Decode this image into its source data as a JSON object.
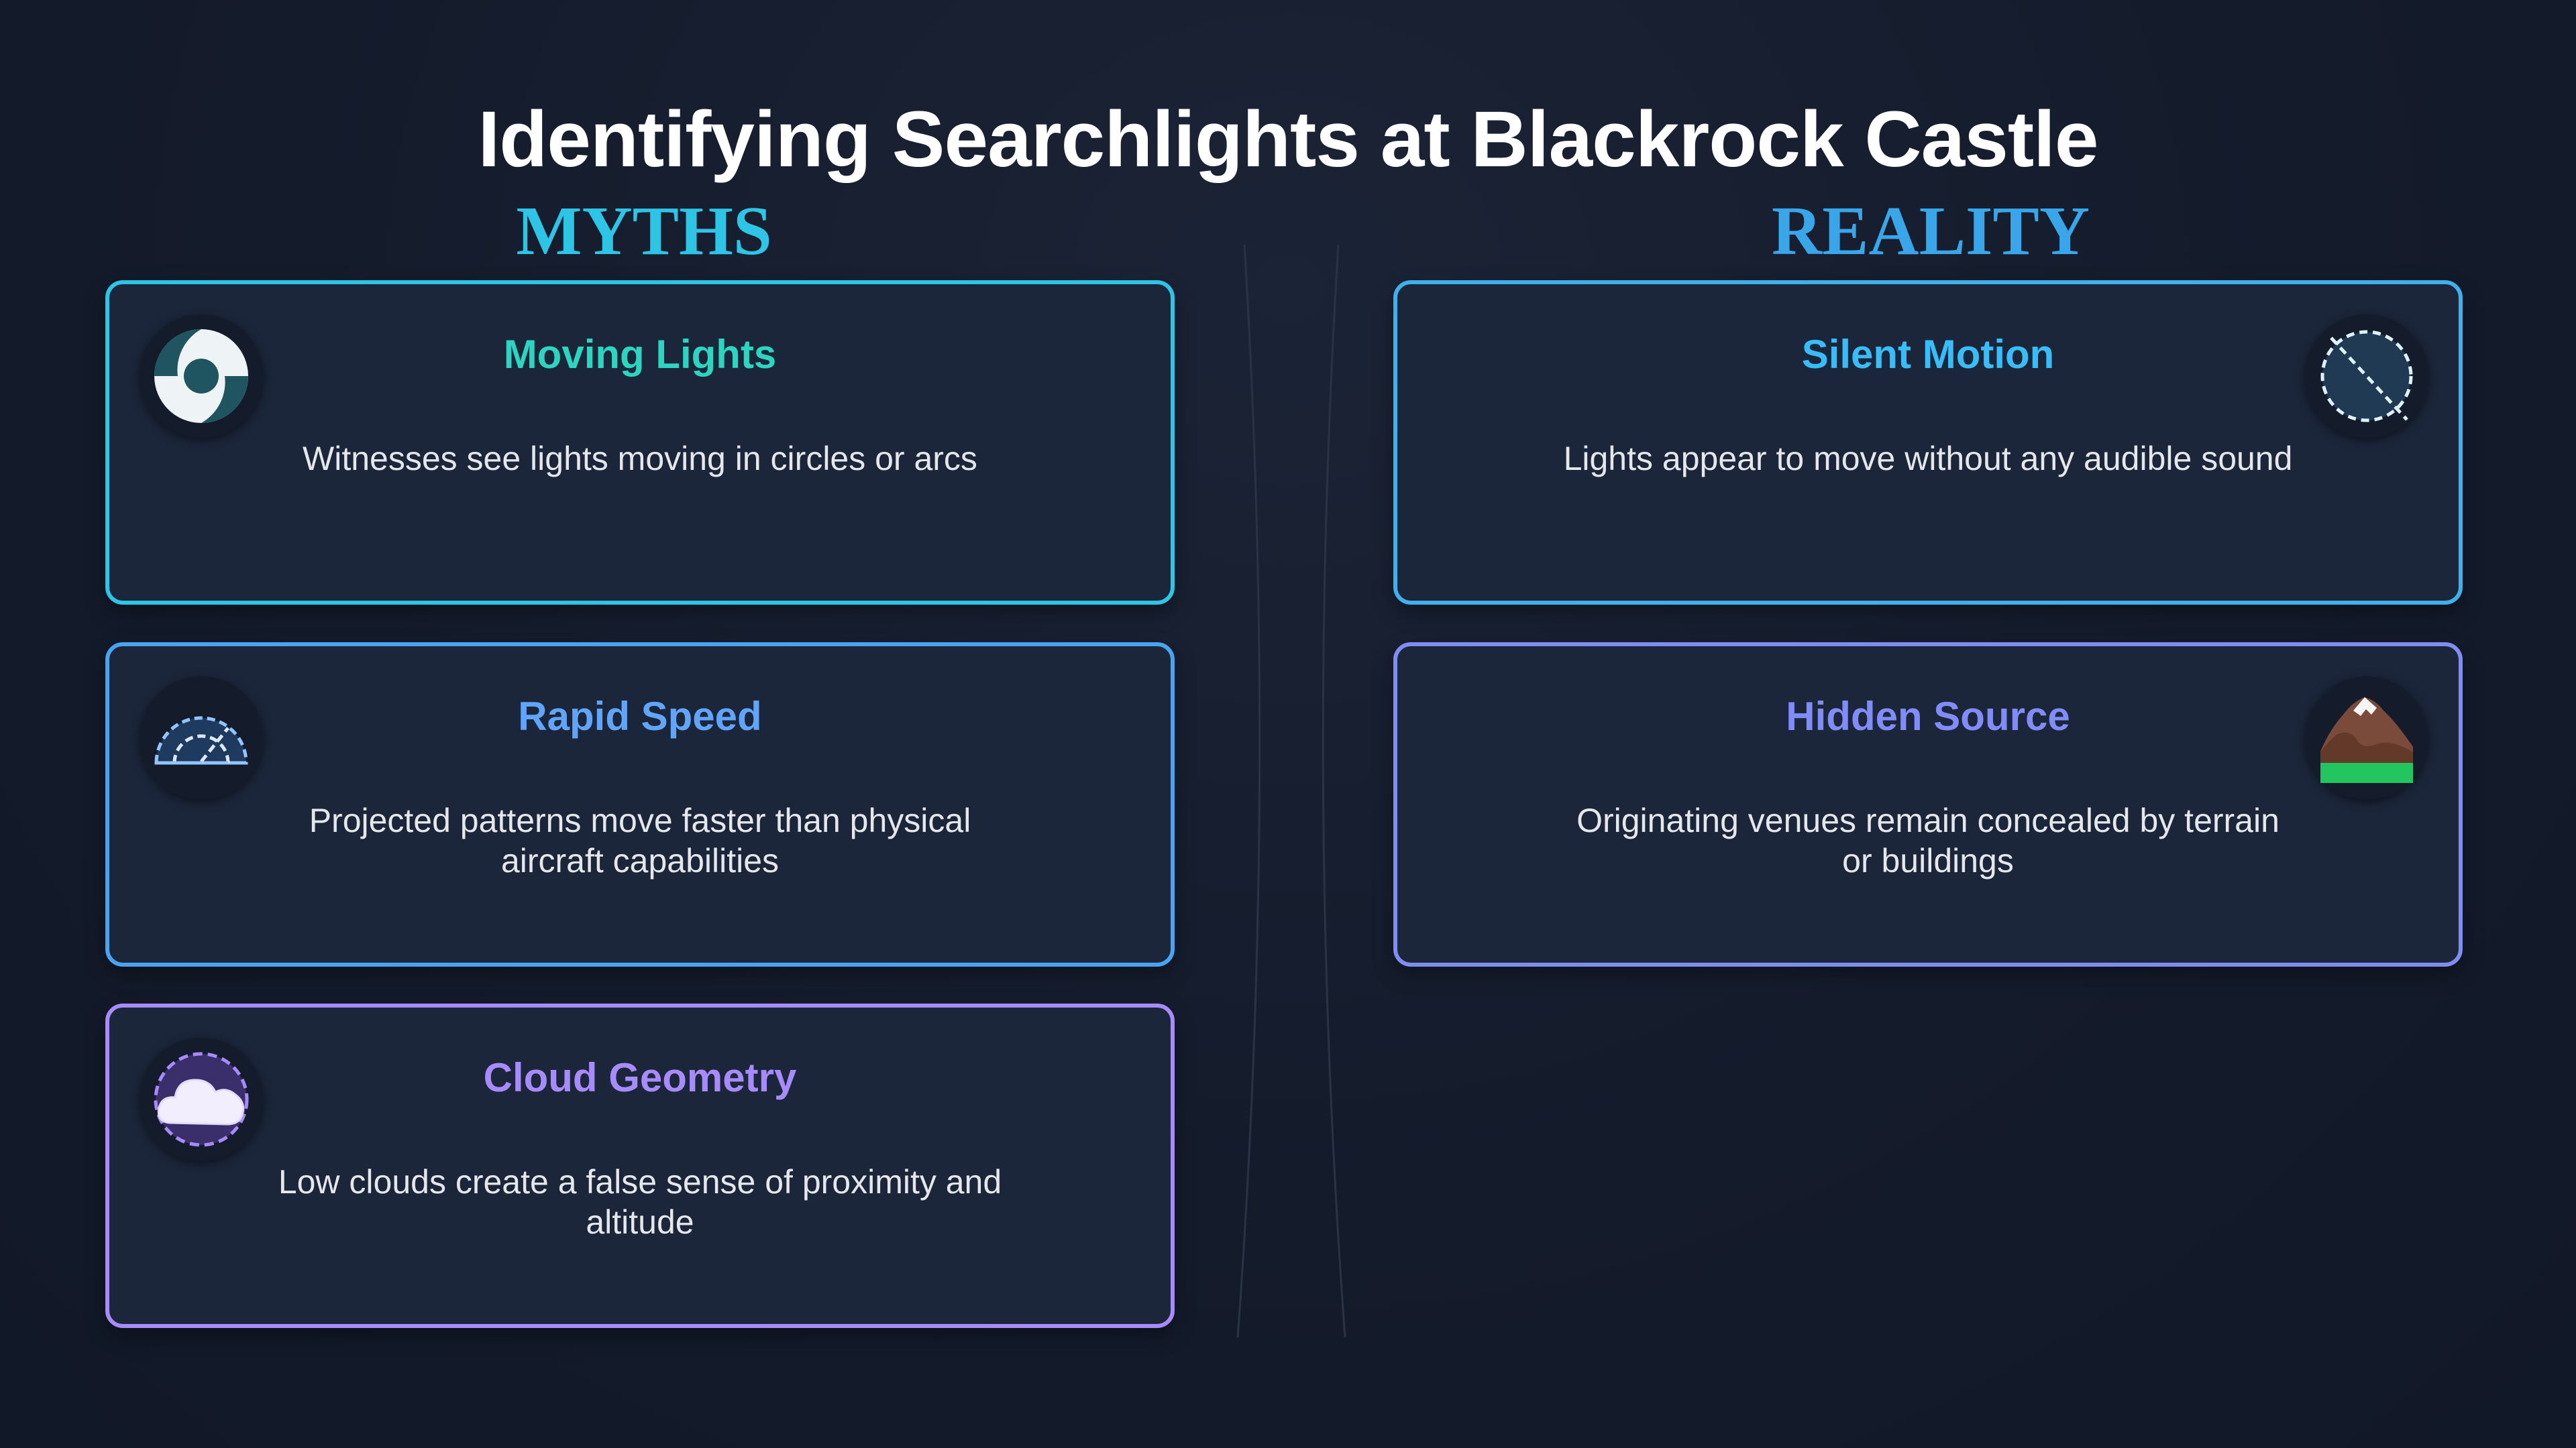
{
  "title": "Identifying Searchlights at Blackrock Castle",
  "columns": {
    "myths": "MYTHS",
    "reality": "REALITY"
  },
  "myths": [
    {
      "title": "Moving Lights",
      "description": "Witnesses see lights moving in circles or arcs",
      "icon": "moving-circle-icon"
    },
    {
      "title": "Rapid Speed",
      "description": "Projected patterns move faster than physical aircraft capabilities",
      "icon": "speedometer-icon"
    },
    {
      "title": "Cloud Geometry",
      "description": "Low clouds create a false sense of proximity and altitude",
      "icon": "cloud-icon"
    }
  ],
  "reality": [
    {
      "title": "Silent Motion",
      "description": "Lights appear to move without any audible sound",
      "icon": "silent-icon"
    },
    {
      "title": "Hidden Source",
      "description": "Originating venues remain concealed by terrain or buildings",
      "icon": "mountain-icon"
    }
  ],
  "colors": {
    "background": "#141b2b",
    "card": "#1b263a",
    "myths_heading": "#2ec4e6",
    "reality_heading": "#39a6ea",
    "moving_lights": "#2dd4bf",
    "rapid_speed": "#60a5fa",
    "cloud_geometry": "#a78bfa",
    "silent_motion": "#38bdf8",
    "hidden_source": "#818cf8"
  }
}
